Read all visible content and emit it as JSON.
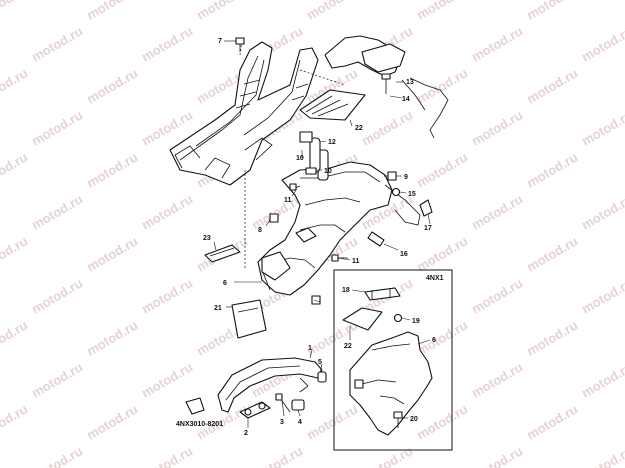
{
  "watermark": "motod.ru",
  "diagram_code": "4NX3010-8201",
  "inset_label": "4NX1",
  "callouts": [
    "1",
    "2",
    "3",
    "4",
    "5",
    "6",
    "7",
    "8",
    "9",
    "10",
    "11",
    "12",
    "13",
    "14",
    "15",
    "16",
    "17",
    "18",
    "19",
    "20",
    "21",
    "22",
    "23"
  ]
}
